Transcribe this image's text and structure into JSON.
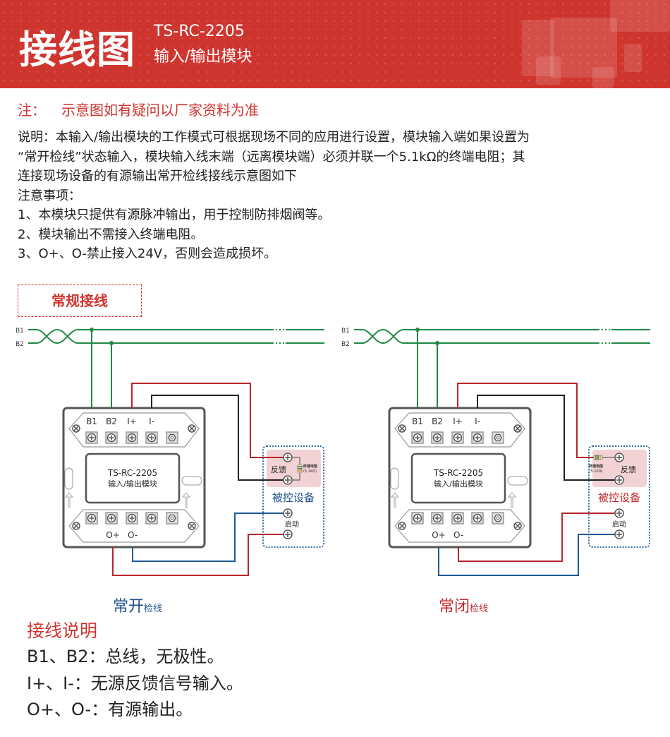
{
  "header": {
    "title": "接线图",
    "model": "TS-RC-2205",
    "subtitle": "输入/输出模块"
  },
  "note": {
    "label": "注：",
    "text": "示意图如有疑问以厂家资料为准"
  },
  "description": {
    "lines": [
      "说明：本输入/输出模块的工作模式可根据现场不同的应用进行设置，模块输入端如果设置为",
      "“常开检线”状态输入，模块输入线末端（远离模块端）必须并联一个5.1kΩ的终端电阻；其",
      "连接现场设备的有源输出常开检线接线示意图如下",
      "注意事项：",
      "1、本模块只提供有源脉冲输出，用于控制防排烟阀等。",
      "2、模块输出不需接入终端电阻。",
      "3、O+、O-禁止接入24V，否则会造成损坏。"
    ]
  },
  "section_tag": "常规接线",
  "diagram_common": {
    "bus_labels": [
      "B1",
      "B2"
    ],
    "top_terminal_labels": [
      "B1",
      "B2",
      "I+",
      "I-"
    ],
    "bottom_terminal_labels": [
      "O+",
      "O-"
    ],
    "module_model": "TS-RC-2205",
    "module_name": "输入/输出模块",
    "feedback_label": "反馈",
    "resistor_label": "终端电阻",
    "resistor_value": "(5.1KΩ)",
    "device_label": "被控设备",
    "start_label": "启动"
  },
  "diagrams": [
    {
      "caption": "常开",
      "caption_sub": "检线",
      "caption_color": "#1a4f8a",
      "device_color": "#1a4f8a"
    },
    {
      "caption": "常闭",
      "caption_sub": "检线",
      "caption_color": "#c3272b",
      "device_color": "#c3272b"
    }
  ],
  "colors": {
    "brand_red": "#cf352f",
    "bus_green": "#1f8a45",
    "wire_red": "#b8262b",
    "wire_black": "#222222",
    "wire_blue": "#1c5a96",
    "feedback_pink": "#f2d2d5"
  },
  "legend": {
    "title": "接线说明",
    "lines": [
      "B1、B2：总线，无极性。",
      "I+、I-：无源反馈信号输入。",
      "O+、O-：有源输出。"
    ]
  }
}
